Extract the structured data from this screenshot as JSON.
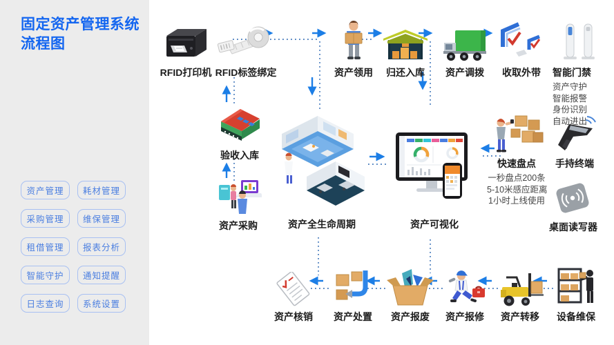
{
  "title": {
    "line1": "固定资产管理系统",
    "line2": "流程图"
  },
  "sidebar": {
    "buttons": [
      "资产管理",
      "耗材管理",
      "采购管理",
      "维保管理",
      "租借管理",
      "报表分析",
      "智能守护",
      "通知提醒",
      "日志查询",
      "系统设置"
    ]
  },
  "nodes": {
    "rfid_printer": {
      "label": "RFID打印机",
      "icon": "rfid-printer-icon"
    },
    "rfid_binding": {
      "label": "RFID标签绑定",
      "icon": "rfid-label-roll-icon"
    },
    "asset_receive": {
      "label": "资产领用",
      "icon": "person-carrying-box-icon"
    },
    "return_storage": {
      "label": "归还入库",
      "icon": "warehouse-icon"
    },
    "asset_dispatch": {
      "label": "资产调拨",
      "icon": "truck-icon"
    },
    "collect_takeout": {
      "label": "收取外带",
      "icon": "gate-check-icon"
    },
    "smart_gate": {
      "label": "智能门禁",
      "icon": "access-gate-icon",
      "features": [
        "资产守护",
        "智能报警",
        "身份识别",
        "自动进出"
      ]
    },
    "acceptance": {
      "label": "验收入库",
      "icon": "factory-building-icon"
    },
    "asset_purchase": {
      "label": "资产采购",
      "icon": "purchase-meeting-icon"
    },
    "lifecycle": {
      "label": "资产全生命周期",
      "icon": "isometric-office-icon"
    },
    "visualization": {
      "label": "资产可视化",
      "icon": "dashboard-monitor-icon"
    },
    "quick_inventory": {
      "label": "快速盘点",
      "icon": "stocktaking-icon",
      "features": [
        "一秒盘点200条",
        "5-10米感应距离",
        "1小时上线使用"
      ]
    },
    "handheld": {
      "label": "手持终端",
      "icon": "handheld-terminal-icon"
    },
    "desktop_reader": {
      "label": "桌面读写器",
      "icon": "desktop-reader-icon"
    },
    "writeoff": {
      "label": "资产核销",
      "icon": "document-check-icon"
    },
    "disposal": {
      "label": "资产处置",
      "icon": "boxes-arrow-icon"
    },
    "scrap": {
      "label": "资产报废",
      "icon": "scrap-box-icon"
    },
    "repair": {
      "label": "资产报修",
      "icon": "repairman-icon"
    },
    "move": {
      "label": "资产转移",
      "icon": "forklift-icon"
    },
    "maintenance": {
      "label": "设备维保",
      "icon": "rack-service-icon"
    }
  },
  "colors": {
    "title_blue": "#1466f0",
    "arrow_blue": "#1c7ee6",
    "dotted_blue": "#3a72b8",
    "sidebar_bg": "#ececec",
    "button_border": "#a8c0f2",
    "button_text": "#4a7ee0",
    "label_dark": "#1c1c1c",
    "feature_gray": "#454545"
  }
}
